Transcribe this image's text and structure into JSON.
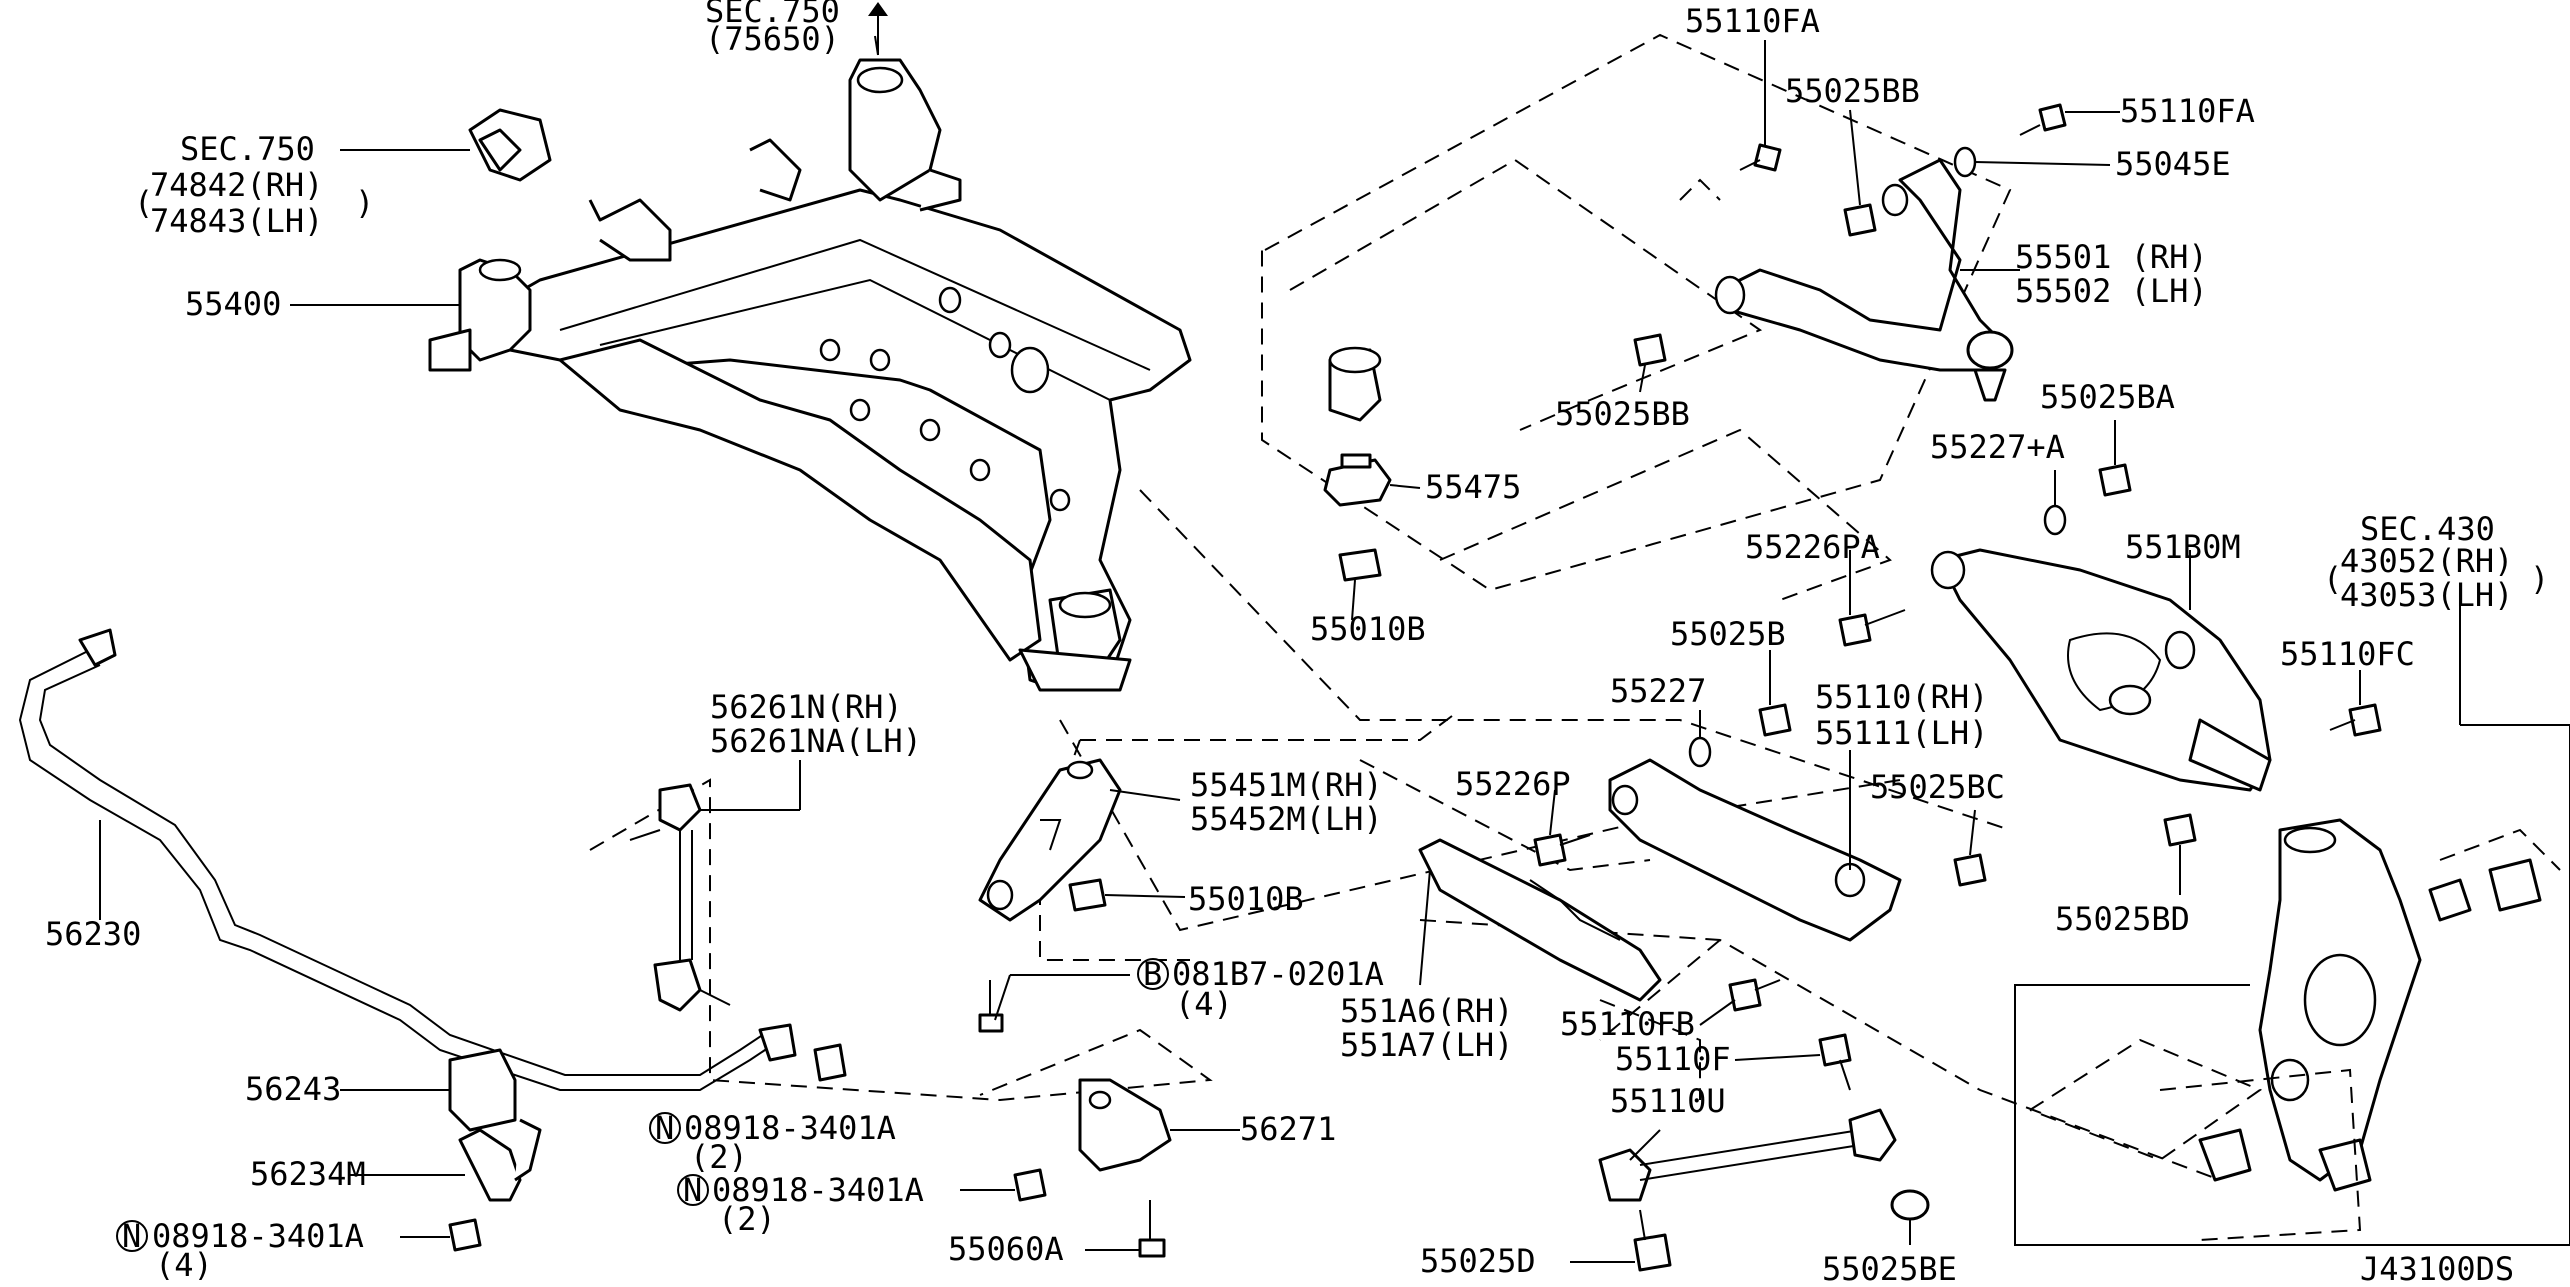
{
  "drawing_id": "J43100DS",
  "labels": {
    "sec750_top": "SEC.750",
    "n75650": "(75650)",
    "sec750_left": "SEC.750",
    "n74842": "74842(RH)",
    "n74843": "74843(LH)",
    "n55400": "55400",
    "n55110FA_top": "55110FA",
    "n55025BB_top": "55025BB",
    "n55110FA_right": "55110FA",
    "n55045E": "55045E",
    "n55501": "55501 (RH)",
    "n55502": "55502 (LH)",
    "n55025BB_low": "55025BB",
    "n55475": "55475",
    "n55010B_upper": "55010B",
    "n55025BA": "55025BA",
    "n55227A": "55227+A",
    "n55226PA": "55226PA",
    "n551B0M": "551B0M",
    "sec430": "SEC.430",
    "n43052": "43052(RH)",
    "n43053": "43053(LH)",
    "n55025B": "55025B",
    "n55110FC": "55110FC",
    "n55227": "55227",
    "n55110": "55110(RH)",
    "n55111": "55111(LH)",
    "n56261N": "56261N(RH)",
    "n56261NA": "56261NA(LH)",
    "n55451M": "55451M(RH)",
    "n55452M": "55452M(LH)",
    "n55226P": "55226P",
    "n55025BC": "55025BC",
    "n55010B_lower": "55010B",
    "n56230": "56230",
    "n55025BD": "55025BD",
    "n081B7": "081B7-0201A",
    "n081B7_qty": "(4)",
    "b_mark": "B",
    "n551A6": "551A6(RH)",
    "n551A7": "551A7(LH)",
    "n55110FB": "55110FB",
    "n55110F": "55110F",
    "n56243": "56243",
    "n08918_a": "08918-3401A",
    "n08918_a_qty": "(2)",
    "n56271": "56271",
    "n55110U": "55110U",
    "n56234M": "56234M",
    "n08918_b": "08918-3401A",
    "n08918_b_qty": "(2)",
    "n08918_c": "08918-3401A",
    "n08918_c_qty": "(4)",
    "n_mark": "N",
    "n55060A": "55060A",
    "n55025D": "55025D",
    "n55025BE": "55025BE"
  }
}
